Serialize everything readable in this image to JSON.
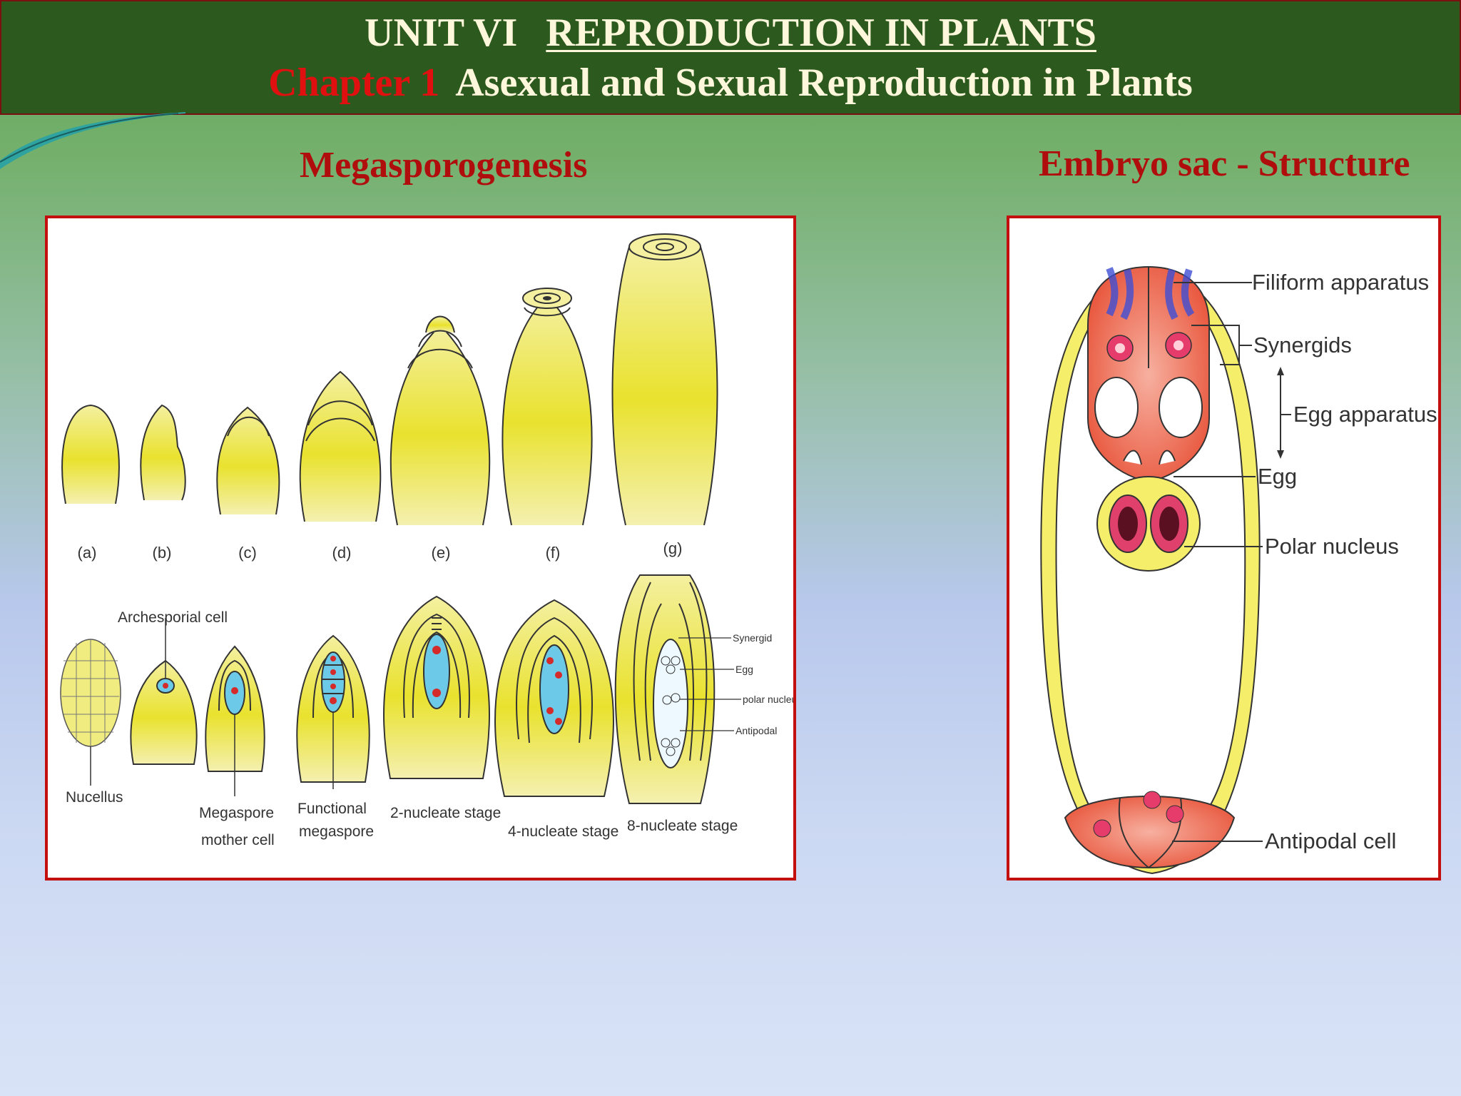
{
  "header": {
    "unit": "UNIT VI",
    "unit_title": "REPRODUCTION IN PLANTS",
    "chapter_label": "Chapter  1",
    "chapter_title": "Asexual and Sexual Reproduction in Plants"
  },
  "left": {
    "title": "Megasporogenesis",
    "stage_letters": [
      "(a)",
      "(b)",
      "(c)",
      "(d)",
      "(e)",
      "(f)",
      "(g)"
    ],
    "labels": {
      "archesporial": "Archesporial cell",
      "nucellus": "Nucellus",
      "mmc_1": "Megaspore",
      "mmc_2": "mother cell",
      "functional_1": "Functional",
      "functional_2": "megaspore",
      "two_nucleate": "2-nucleate stage",
      "four_nucleate": "4-nucleate stage",
      "eight_nucleate": "8-nucleate stage",
      "synergid": "Synergid",
      "egg": "Egg",
      "polar": "polar nucleus",
      "antipodal": "Antipodal"
    }
  },
  "right": {
    "title": "Embryo sac - Structure",
    "labels": {
      "filiform": "Filiform apparatus",
      "synergids": "Synergids",
      "egg_apparatus": "Egg apparatus",
      "egg": "Egg",
      "polar": "Polar nucleus",
      "antipodal": "Antipodal cell"
    }
  },
  "colors": {
    "header_bg": "#2c5a1e",
    "accent_red": "#b00d0d",
    "ovule_yellow": "#e8e02c",
    "cell_blue": "#6cc9e8",
    "nucleus_red": "#d42a2a",
    "sac_red": "#e8543a"
  }
}
